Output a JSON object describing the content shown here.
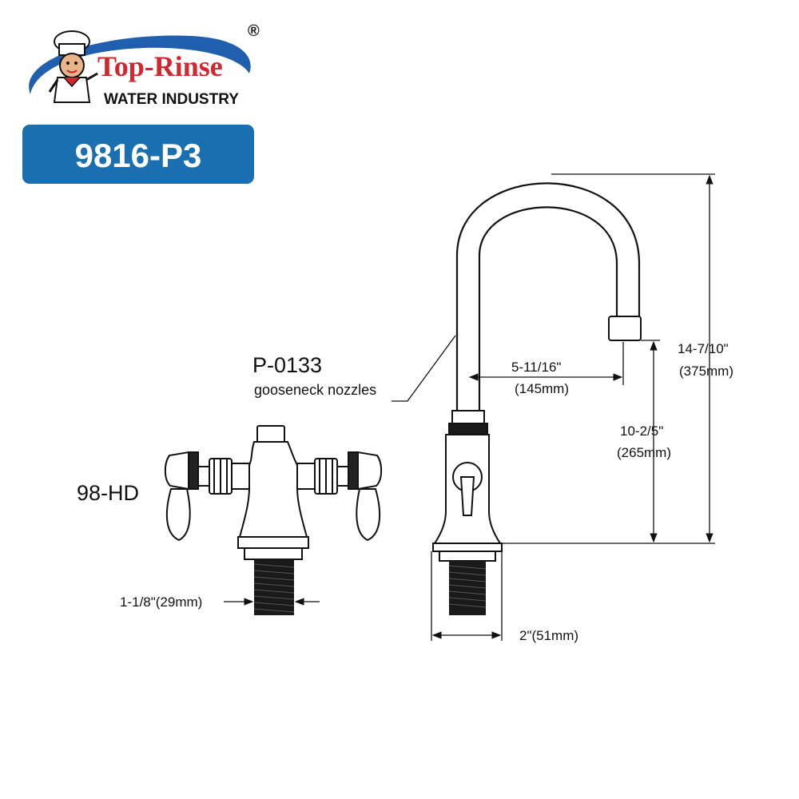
{
  "brand": {
    "name": "Top-Rinse",
    "tagline": "WATER INDUSTRY",
    "registered_mark": "®"
  },
  "model_badge": {
    "label": "9816-P3",
    "color": "#1a6fb0"
  },
  "callouts": {
    "part_number": "P-0133",
    "part_description": "gooseneck nozzles",
    "handle_model": "98-HD"
  },
  "dimensions": {
    "shank_width": "1-1/8\"(29mm)",
    "base_width": "2\"(51mm)",
    "spout_reach_in": "5-11/16\"",
    "spout_reach_mm": "(145mm)",
    "spout_clearance_in": "10-2/5\"",
    "spout_clearance_mm": "(265mm)",
    "overall_height_in": "14-7/10\"",
    "overall_height_mm": "(375mm)"
  },
  "colors": {
    "line": "#111111",
    "logo_red": "#d3262e",
    "logo_blue": "#1f5fae"
  }
}
